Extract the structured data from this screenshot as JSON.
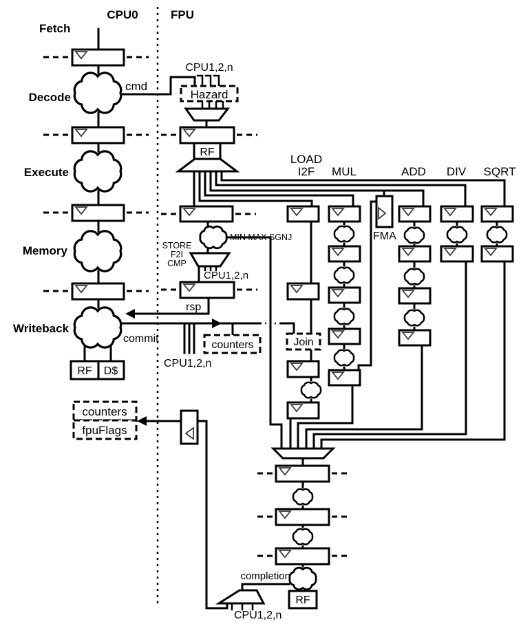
{
  "cpu0": {
    "title": "CPU0",
    "stages": [
      "Fetch",
      "Decode",
      "Execute",
      "Memory",
      "Writeback"
    ],
    "register_file": "RF",
    "data_cache": "D$"
  },
  "fpu": {
    "title": "FPU",
    "hazard": "Hazard",
    "register_file": "RF",
    "result_register_file": "RF",
    "join": "Join",
    "counters": "counters",
    "units": {
      "load": "LOAD",
      "i2f": "I2F",
      "mul": "MUL",
      "add": "ADD",
      "div": "DIV",
      "sqrt": "SQRT",
      "fma": "FMA"
    },
    "ops": {
      "minmax": "MIN MAX SGNJ",
      "store": "STORE",
      "f2i": "F2I",
      "cmp": "CMP"
    }
  },
  "signals": {
    "cmd": "cmd",
    "commit": "commit",
    "rsp": "rsp",
    "completion": "completion",
    "multi_cpu": "CPU1,2,n"
  },
  "outputs": {
    "counters": "counters",
    "fpu_flags": "fpuFlags"
  },
  "colors": {
    "ink": "#000000",
    "background": "#ffffff"
  }
}
